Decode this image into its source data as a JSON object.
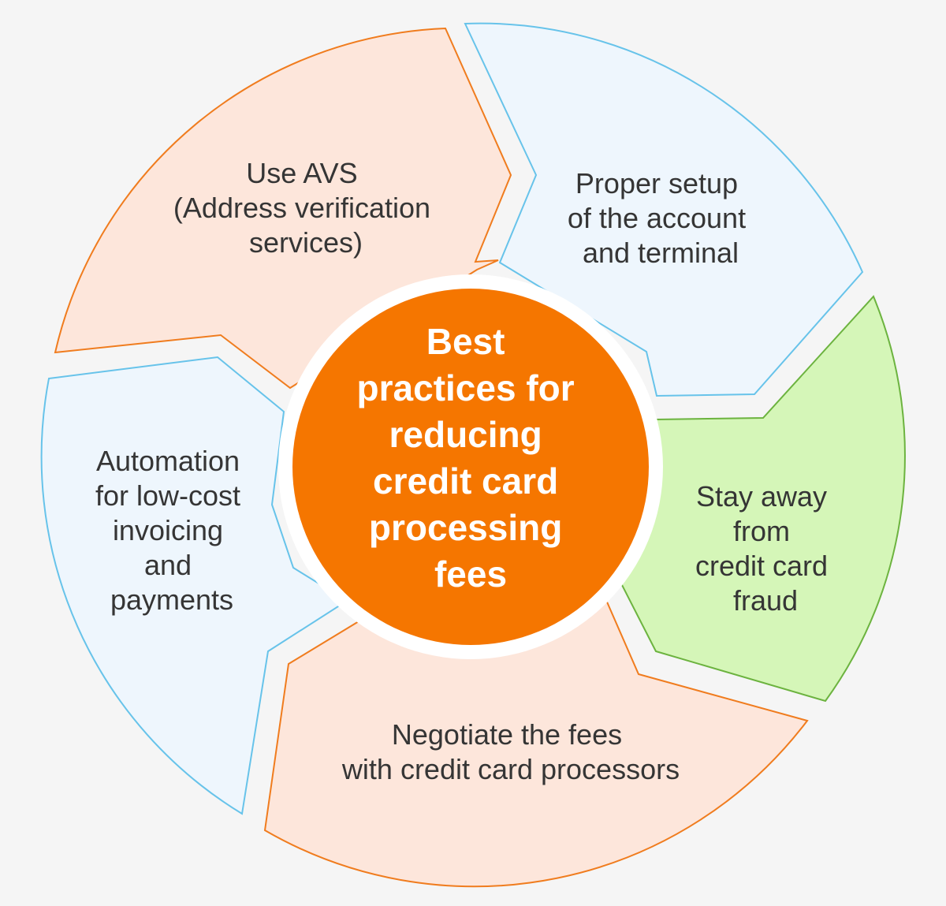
{
  "diagram": {
    "center": {
      "lines": [
        "Best",
        "practices for",
        "reducing",
        "credit card",
        "processing",
        "fees"
      ]
    },
    "segments": [
      {
        "id": "avs",
        "lines": [
          "Use AVS",
          "(Address verification",
          "services)"
        ],
        "fill": "#fde6db",
        "stroke": "#f07c1e"
      },
      {
        "id": "setup",
        "lines": [
          "Proper setup",
          "of the account",
          "and terminal"
        ],
        "fill": "#eef6fd",
        "stroke": "#67c3ea"
      },
      {
        "id": "fraud",
        "lines": [
          "Stay away",
          "from",
          "credit card",
          "fraud"
        ],
        "fill": "#d5f6b8",
        "stroke": "#6cb33f"
      },
      {
        "id": "negotiate",
        "lines": [
          "Negotiate the fees",
          "with credit card processors"
        ],
        "fill": "#fde6db",
        "stroke": "#f07c1e"
      },
      {
        "id": "automation",
        "lines": [
          "Automation",
          "for low-cost",
          "invoicing",
          "and",
          "payments"
        ],
        "fill": "#eef6fd",
        "stroke": "#67c3ea"
      }
    ],
    "center_colors": {
      "fill": "#f57600",
      "ring": "#ffffff"
    }
  }
}
